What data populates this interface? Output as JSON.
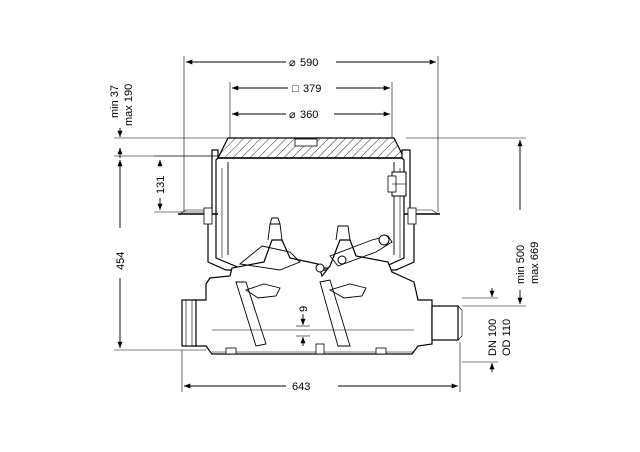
{
  "dimensions": {
    "outer_diameter": "590",
    "square_frame": "379",
    "inner_diameter": "360",
    "adjust_height_min": "min 37",
    "adjust_height_max": "max 190",
    "collar_height": "131",
    "body_height": "454",
    "offset": "9",
    "total_height_min": "min 500",
    "total_height_max": "max 669",
    "pipe_dn": "DN 100",
    "pipe_od": "OD 110",
    "overall_length": "643"
  },
  "symbols": {
    "diameter": "⌀",
    "square": "□"
  },
  "colors": {
    "line": "#000000",
    "background": "#ffffff",
    "hatch": "#000000"
  }
}
